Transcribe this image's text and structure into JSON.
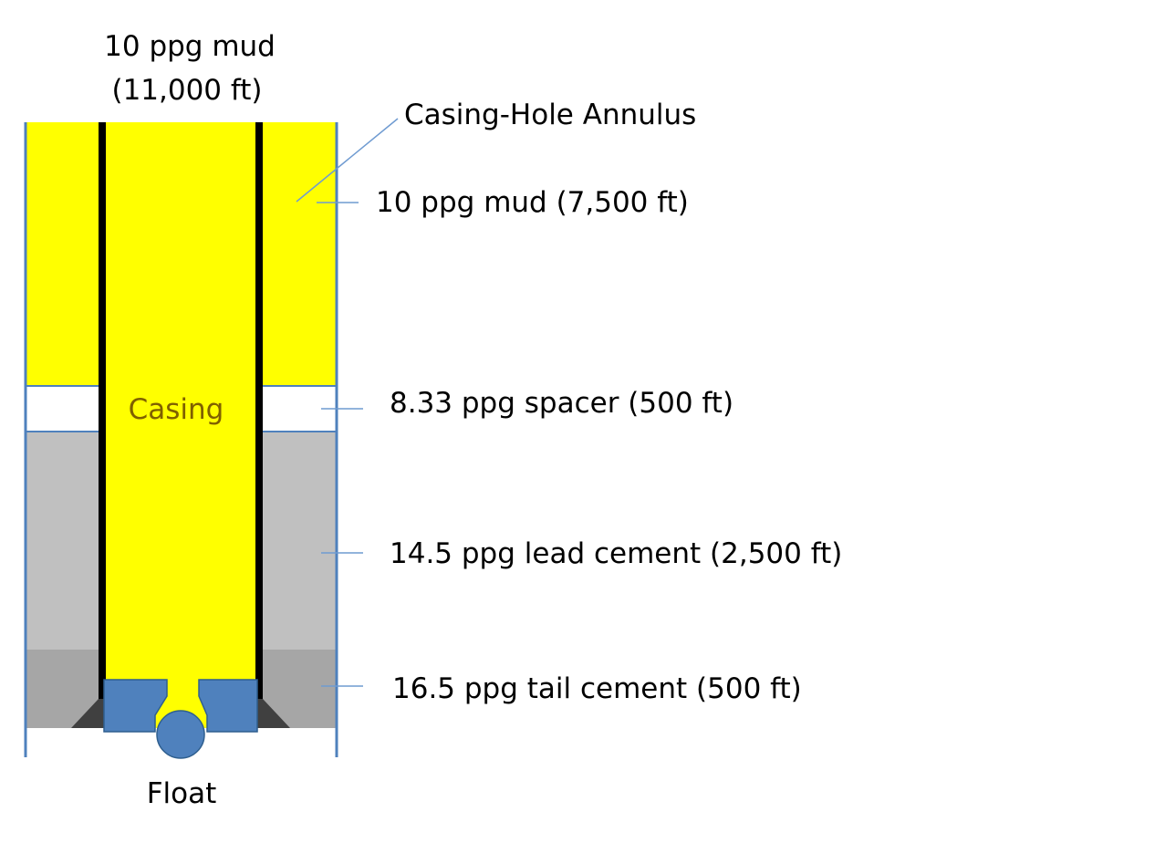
{
  "colors": {
    "mud": "#ffff00",
    "spacer": "#ffffff",
    "lead_cement": "#c0c0c0",
    "tail_cement": "#a6a6a6",
    "casing_wall": "#000000",
    "float_equipment": "#4f81bd",
    "shoe": "#404040",
    "hole_wall": "#4f81bd",
    "leader_line": "#6f9bd1",
    "casing_text": "#7f6000"
  },
  "labels": {
    "top_mud_line1": "10 ppg mud",
    "top_mud_line2": "(11,000 ft)",
    "annulus": "Casing-Hole  Annulus",
    "mud_annulus": "10 ppg mud (7,500 ft)",
    "spacer": "8.33 ppg spacer (500 ft)",
    "lead_cement": "14.5 ppg lead cement (2,500 ft)",
    "tail_cement": "16.5 ppg tail cement (500 ft)",
    "casing": "Casing",
    "float": "Float"
  }
}
